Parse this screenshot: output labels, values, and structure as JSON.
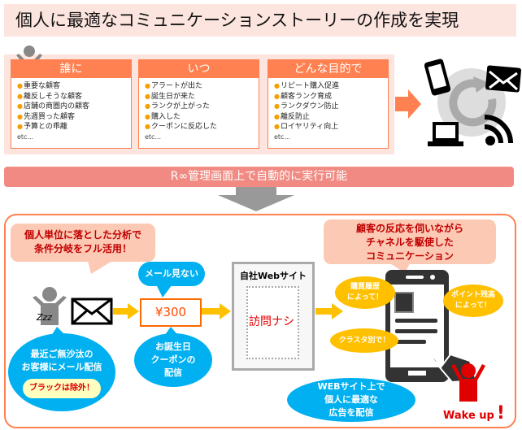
{
  "title": "個人に最適なコミュニケーションストーリーの作成を実現",
  "cards": [
    {
      "header": "誰に",
      "items": [
        "重要な顧客",
        "離反しそうな顧客",
        "店舗の商圏内の顧客",
        "先週買った顧客",
        "予算との乖離"
      ],
      "etc": "etc..."
    },
    {
      "header": "いつ",
      "items": [
        "アラートが出た",
        "誕生日が来た",
        "ランクが上がった",
        "購入した",
        "クーポンに反応した"
      ],
      "etc": "etc..."
    },
    {
      "header": "どんな目的で",
      "items": [
        "リピート購入促進",
        "顧客ランク育成",
        "ランクダウン防止",
        "離反防止",
        "ロイヤリティ向上"
      ],
      "etc": "etc..."
    }
  ],
  "banner": "R∞管理画面上で自動的に実行可能",
  "flow": {
    "callout_left": [
      "個人単位に落とした分析で",
      "条件分岐をフル活用！"
    ],
    "sleep": "Zzz",
    "bubble_left": [
      "最近ご無沙汰の",
      "お客様にメール配信"
    ],
    "exclude": "ブラックは除外！",
    "no_read": "メール見ない",
    "coupon": "¥300",
    "bubble_birthday": [
      "お誕生日",
      "クーポンの",
      "配信"
    ],
    "website_title": "自社Webサイト",
    "no_visit": "訪問ナシ",
    "callout_right": [
      "顧客の反応を伺いながら",
      "チャネルを駆使した",
      "コミュニケーション"
    ],
    "y1": [
      "購買履歴",
      "によって！"
    ],
    "y2": [
      "ポイント残高",
      "によって！"
    ],
    "y3": "クラスタ別で！",
    "bubble_web": [
      "WEBサイト上で",
      "個人に最適な",
      "広告を配信"
    ],
    "wake": "Wake up",
    "wake_mark": "!"
  },
  "colors": {
    "orange": "#ff8050",
    "pink": "#fde5df",
    "blue": "#00b0f0",
    "yellow": "#ffc000",
    "red": "#e00000"
  }
}
